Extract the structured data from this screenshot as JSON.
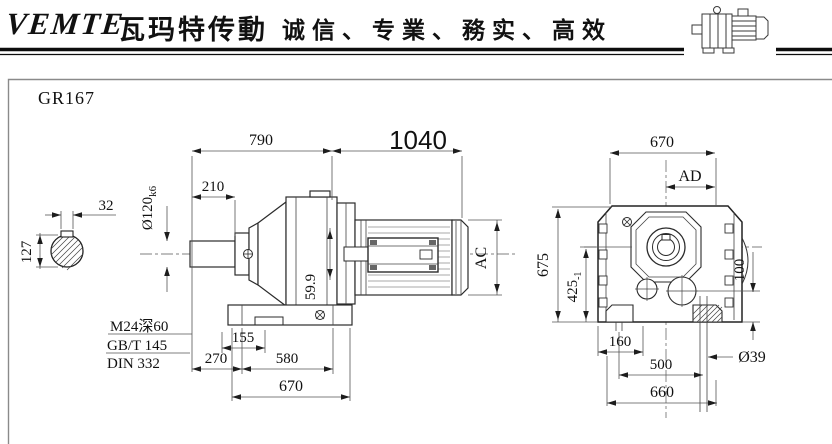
{
  "header": {
    "brand_latin": "VEMTE",
    "brand_cn": "瓦玛特传動",
    "slogan": "诚信、专業、務实、高效"
  },
  "drawing": {
    "model": "GR167",
    "accent_red": "#e01312",
    "section_view": {
      "key_width": "32",
      "shaft_diameter": "127"
    },
    "side_view": {
      "length_gear_unit": "790",
      "length_total": "1040",
      "shaft_length": "210",
      "shaft_diameter": "Ø120",
      "shaft_diameter_tolerance": "k6",
      "dim_59_9": "59.9",
      "tap_note_line1": "M24深60",
      "tap_note_line2": "GB/T 145",
      "tap_note_line3": "DIN 332",
      "dim_155": "155",
      "dim_270": "270",
      "dim_580": "580",
      "dim_670": "670",
      "motor_diameter_label": "AC"
    },
    "end_view": {
      "width_top": "670",
      "label_ad": "AD",
      "height_total": "675",
      "center_height": "425",
      "center_height_tolerance": "-1",
      "dim_100": "100",
      "dim_160": "160",
      "bolt_span": "500",
      "base_width": "660",
      "hole_diameter": "Ø39"
    }
  }
}
